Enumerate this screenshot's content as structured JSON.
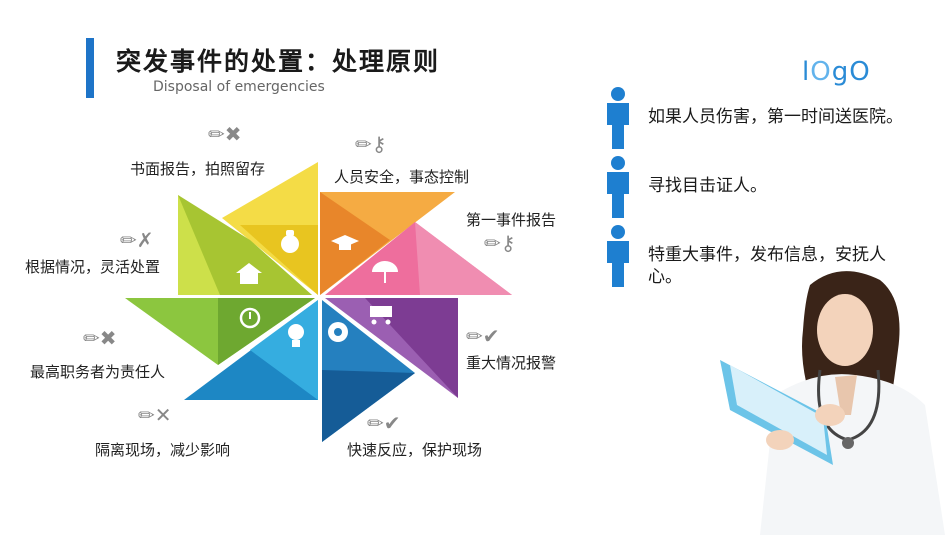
{
  "header": {
    "title": "突发事件的处置：处理原则",
    "subtitle": "Disposal of emergencies"
  },
  "logo": {
    "part1": "l",
    "part2": "O",
    "part3": "g",
    "part4": "O"
  },
  "petals": [
    {
      "label": "书面报告，拍照留存",
      "tool_icon": "pencil-cross-icon",
      "tool": "✏✖"
    },
    {
      "label": "人员安全，事态控制",
      "tool_icon": "pencil-key-icon",
      "tool": "✏⚷"
    },
    {
      "label": "第一事件报告",
      "tool_icon": "pencil-key-icon",
      "tool": "✏⚷"
    },
    {
      "label": "重大情况报警",
      "tool_icon": "pencil-check-icon",
      "tool": "✏✔"
    },
    {
      "label": "快速反应，保护现场",
      "tool_icon": "pencil-check-icon",
      "tool": "✏✔"
    },
    {
      "label": "隔离现场，减少影响",
      "tool_icon": "pencil-cross-icon",
      "tool": "✏✕"
    },
    {
      "label": "最高职务者为责任人",
      "tool_icon": "pencil-cross-icon",
      "tool": "✏✖"
    },
    {
      "label": "根据情况，灵活处置",
      "tool_icon": "pencil-cross-icon",
      "tool": "✏✗"
    }
  ],
  "bullets": [
    {
      "text": "如果人员伤害，第一时间送医院。"
    },
    {
      "text": "寻找目击证人。"
    },
    {
      "text": "特重大事件，发布信息，安抚人心。"
    }
  ],
  "colors": {
    "accent": "#1e74c8",
    "yellow": "#f2d33a",
    "orange": "#f29b2a",
    "pink": "#e9558a",
    "purple": "#8a4c9e",
    "blue_dark": "#1d6ea9",
    "blue": "#2b9fd8",
    "green": "#7dbf3a",
    "lime": "#b7d338"
  }
}
